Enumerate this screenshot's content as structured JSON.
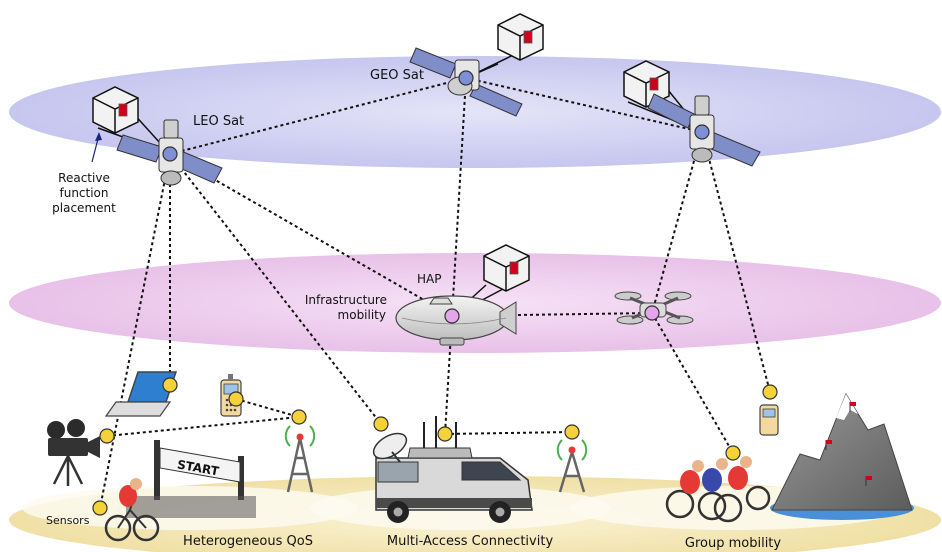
{
  "labels": {
    "geo_sat": "GEO Sat",
    "leo_sat": "LEO Sat",
    "reactive_line1": "Reactive",
    "reactive_line2": "function",
    "reactive_line3": "placement",
    "hap": "HAP",
    "infra_line1": "Infrastructure",
    "infra_line2": "mobility",
    "start_sign": "START",
    "sensors": "Sensors",
    "heterogeneous_qos": "Heterogeneous QoS",
    "multi_access": "Multi-Access Connectivity",
    "group_mobility": "Group mobility"
  },
  "colors": {
    "space_layer": "#c9c9f0",
    "air_layer": "#ecc8ec",
    "ground_layer": "#f3e7b5",
    "node_blue": "#7f8fd6",
    "node_pink": "#e4a6ea",
    "node_yellow": "#f6d23a",
    "function_red": "#d0021b"
  },
  "icons": [
    "satellite-icon",
    "function-cube-icon",
    "blimp-icon",
    "drone-icon",
    "laptop-icon",
    "phone-icon",
    "video-camera-icon",
    "cell-tower-icon",
    "van-icon",
    "satellite-dish-icon",
    "cyclist-icon",
    "mountain-icon"
  ]
}
